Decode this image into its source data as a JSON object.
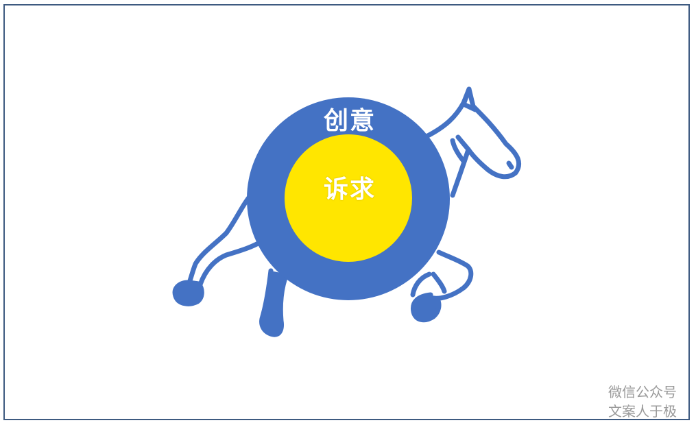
{
  "diagram": {
    "outer_circle_label": "创意",
    "inner_circle_label": "诉求",
    "colors": {
      "outer_circle": "#4472c4",
      "inner_circle": "#ffe600",
      "horse_outline": "#4472c4",
      "frame_border": "#3d5a80",
      "label_text": "#ffffff"
    },
    "illustration": "horse-icon"
  },
  "watermark": {
    "line1": "微信公众号",
    "line2": "文案人于极"
  }
}
